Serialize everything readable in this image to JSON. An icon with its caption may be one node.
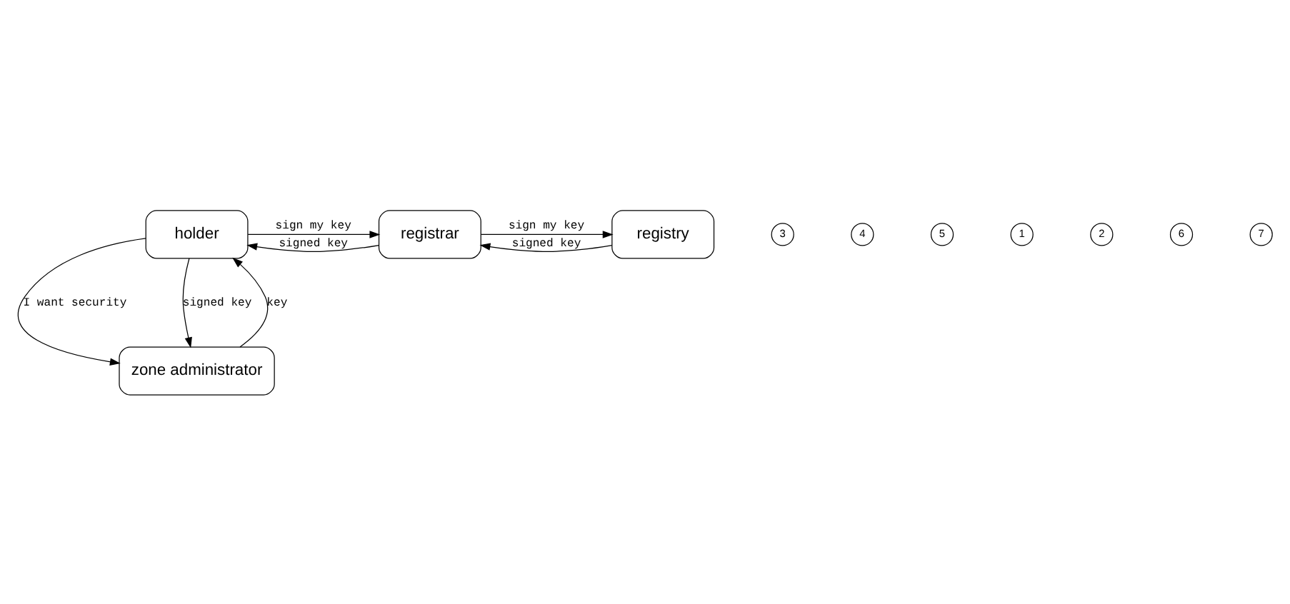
{
  "diagram": {
    "nodes": [
      {
        "text": [
          "holder"
        ]
      },
      {
        "text": [
          "registrar"
        ]
      },
      {
        "text": [
          "registry"
        ]
      },
      {
        "text": [
          "zone administrator"
        ]
      },
      {
        "text": [
          "3"
        ]
      },
      {
        "text": [
          "4"
        ]
      },
      {
        "text": [
          "5"
        ]
      },
      {
        "text": [
          "1"
        ]
      },
      {
        "text": [
          "2"
        ]
      },
      {
        "text": [
          "6"
        ]
      },
      {
        "text": [
          "7"
        ]
      }
    ],
    "edges": [
      {
        "from": 0,
        "to": 1,
        "arrow": "to",
        "label": "sign my key"
      },
      {
        "from": 1,
        "to": 2,
        "arrow": "to",
        "label": "sign my key"
      },
      {
        "from": 2,
        "to": 1,
        "arrow": "to",
        "label": "signed key"
      },
      {
        "from": 1,
        "to": 0,
        "arrow": "to",
        "label": "signed key"
      },
      {
        "from": 0,
        "to": 3,
        "arrow": "to",
        "label": "I want security"
      },
      {
        "from": 3,
        "to": 0,
        "arrow": "to",
        "label": "key"
      },
      {
        "from": 0,
        "to": 3,
        "arrow": "to",
        "label": "signed key"
      }
    ]
  }
}
